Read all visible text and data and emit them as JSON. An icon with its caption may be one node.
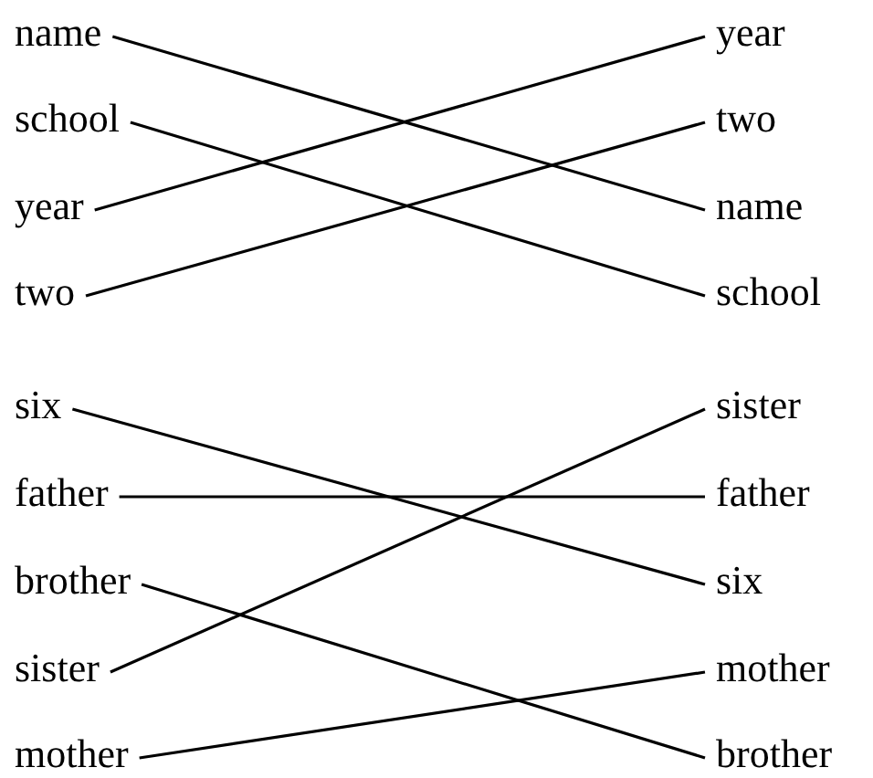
{
  "diagram": {
    "nodes": [
      {
        "text": [
          "name"
        ]
      },
      {
        "text": [
          "year"
        ]
      },
      {
        "text": [
          "school"
        ]
      },
      {
        "text": [
          "two"
        ]
      },
      {
        "text": [
          "year"
        ]
      },
      {
        "text": [
          "name"
        ]
      },
      {
        "text": [
          "two"
        ]
      },
      {
        "text": [
          "school"
        ]
      },
      {
        "text": [
          "six"
        ]
      },
      {
        "text": [
          "sister"
        ]
      },
      {
        "text": [
          "father"
        ]
      },
      {
        "text": [
          "father"
        ]
      },
      {
        "text": [
          "brother"
        ]
      },
      {
        "text": [
          "six"
        ]
      },
      {
        "text": [
          "sister"
        ]
      },
      {
        "text": [
          "mother"
        ]
      },
      {
        "text": [
          "mother"
        ]
      },
      {
        "text": [
          "brother"
        ]
      }
    ],
    "edges": [
      {
        "from": 0,
        "to": 5,
        "arrow": "none"
      },
      {
        "from": 2,
        "to": 7,
        "arrow": "none"
      },
      {
        "from": 4,
        "to": 1,
        "arrow": "none"
      },
      {
        "from": 6,
        "to": 3,
        "arrow": "none"
      },
      {
        "from": 8,
        "to": 13,
        "arrow": "none"
      },
      {
        "from": 10,
        "to": 11,
        "arrow": "none"
      },
      {
        "from": 12,
        "to": 17,
        "arrow": "none"
      },
      {
        "from": 14,
        "to": 9,
        "arrow": "none"
      },
      {
        "from": 16,
        "to": 15,
        "arrow": "none"
      }
    ]
  }
}
